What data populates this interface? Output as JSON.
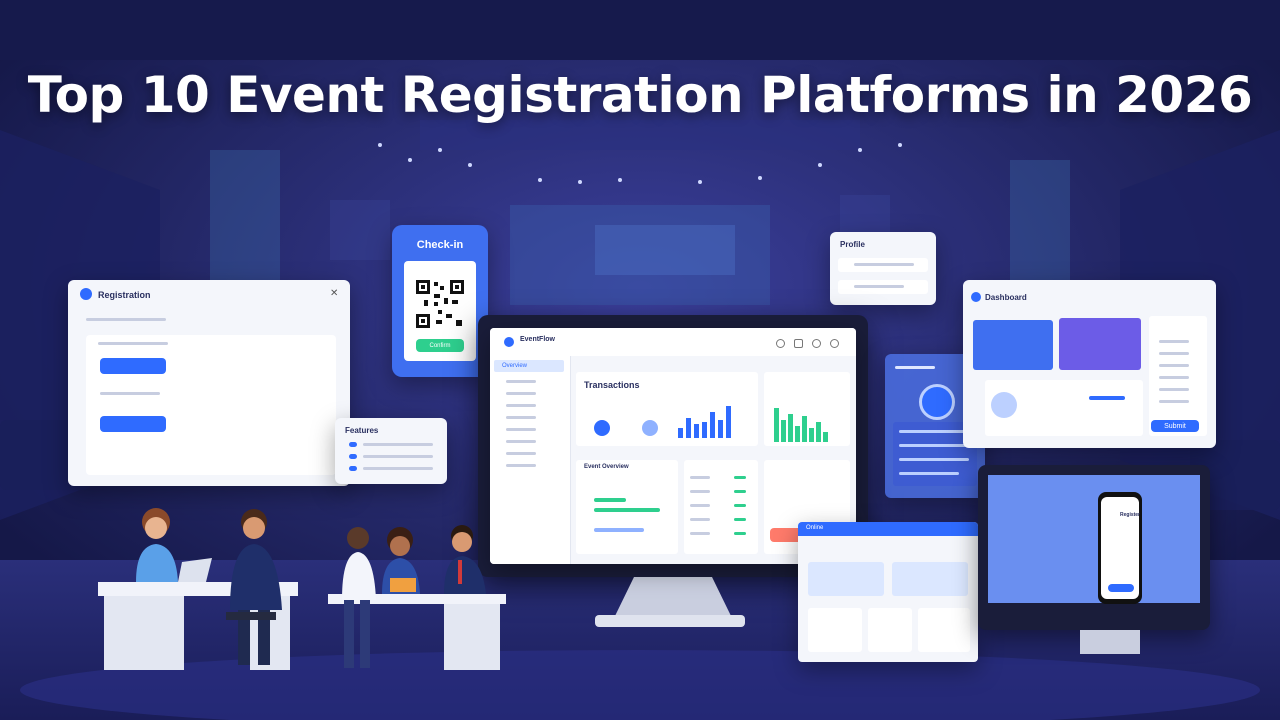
{
  "title": "Top 10 Event Registration Platforms in 2026",
  "panels": {
    "registration": {
      "title": "Registration"
    },
    "checkin": {
      "title": "Check-in",
      "button": "Confirm"
    },
    "profile_card": {
      "title": "Profile"
    },
    "small_list": {
      "title": "Features"
    },
    "dashboard": {
      "brand": "EventFlow",
      "sidebar_active": "Overview",
      "section_title": "Transactions",
      "lower_title": "Event Overview"
    },
    "right_dashboard": {
      "brand": "Dashboard",
      "button": "Submit"
    },
    "tablet": {
      "title": "Online"
    },
    "phone": {
      "title": "Register"
    }
  },
  "colors": {
    "accent": "#2f6bff",
    "green": "#2ecf8e",
    "purple": "#6c5ce7",
    "bg": "#1b1f5c"
  }
}
